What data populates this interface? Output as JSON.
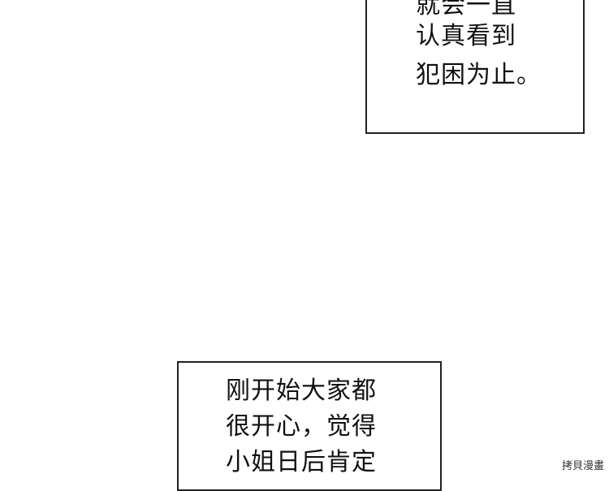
{
  "captions": {
    "top": {
      "lines": [
        "就会一直",
        "认真看到",
        "犯困为止。"
      ]
    },
    "bottom": {
      "lines": [
        "刚开始大家都",
        "很开心，觉得",
        "小姐日后肯定"
      ]
    }
  },
  "watermark": "拷貝漫畫",
  "colors": {
    "background": "#ffffff",
    "border": "#222222",
    "text": "#111111"
  }
}
